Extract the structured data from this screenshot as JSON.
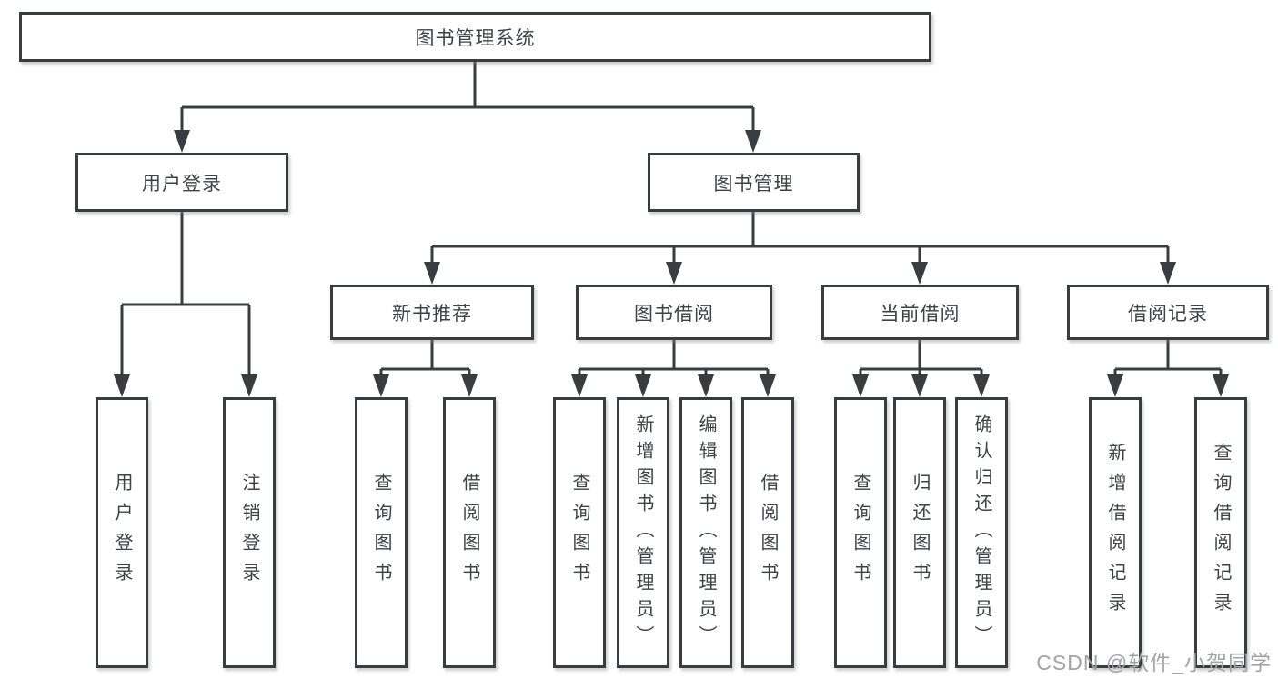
{
  "colors": {
    "line": "#3a3d40",
    "text": "#3f4245",
    "box-background": "#ffffff",
    "page-background": "#ffffff",
    "watermark": "#a3a3a3"
  },
  "watermark": {
    "text": "CSDN @软件_小贺同学"
  },
  "tree": {
    "label": "图书管理系统",
    "children": [
      {
        "label": "用户登录",
        "children": [
          {
            "label": "用户登录"
          },
          {
            "label": "注销登录"
          }
        ]
      },
      {
        "label": "图书管理",
        "children": [
          {
            "label": "新书推荐",
            "children": [
              {
                "label": "查询图书"
              },
              {
                "label": "借阅图书"
              }
            ]
          },
          {
            "label": "图书借阅",
            "children": [
              {
                "label": "查询图书"
              },
              {
                "label": "新增图书（管理员）"
              },
              {
                "label": "编辑图书（管理员）"
              },
              {
                "label": "借阅图书"
              }
            ]
          },
          {
            "label": "当前借阅",
            "children": [
              {
                "label": "查询图书"
              },
              {
                "label": "归还图书"
              },
              {
                "label": "确认归还（管理员）"
              }
            ]
          },
          {
            "label": "借阅记录",
            "children": [
              {
                "label": "新增借阅记录"
              },
              {
                "label": "查询借阅记录"
              }
            ]
          }
        ]
      }
    ]
  }
}
